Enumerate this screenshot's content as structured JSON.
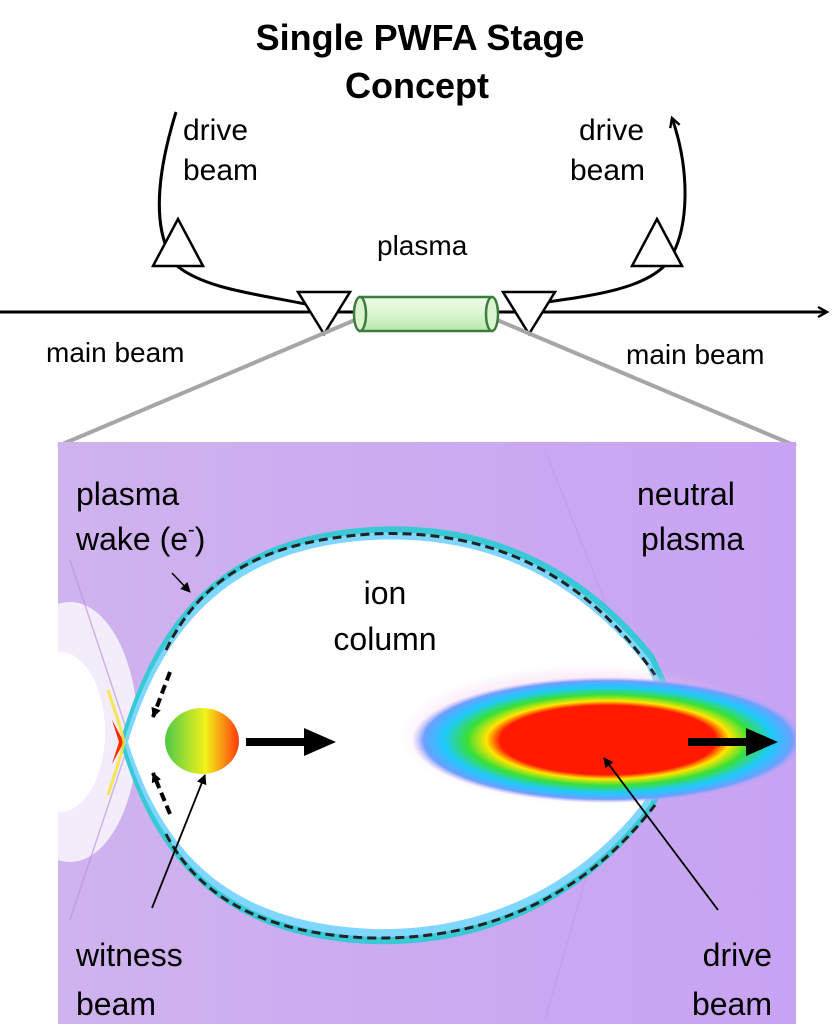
{
  "title": {
    "line1": "Single PWFA Stage",
    "line2": "Concept"
  },
  "schematic": {
    "drive_beam_left": [
      "drive",
      "beam"
    ],
    "drive_beam_right": [
      "drive",
      "beam"
    ],
    "plasma": "plasma",
    "main_beam_left": "main beam",
    "main_beam_right": "main beam"
  },
  "simulation": {
    "plasma_wake": {
      "line1": "plasma",
      "line2_text": "wake (e",
      "line2_sup": "-",
      "line2_close": ")"
    },
    "neutral_plasma": [
      "neutral",
      "plasma"
    ],
    "ion_column": [
      "ion",
      "column"
    ],
    "witness_beam": [
      "witness",
      "beam"
    ],
    "drive_beam": [
      "drive",
      "beam"
    ]
  },
  "colors": {
    "plasma_background": "#c9a6f2",
    "ion_column": "#ffffff",
    "plasma_tube_fill": "#d8f5cf",
    "plasma_tube_stroke": "#3f7a3f",
    "drive_beam_core": "#ff1a00",
    "zoom_cone": "#a6a6a6"
  }
}
